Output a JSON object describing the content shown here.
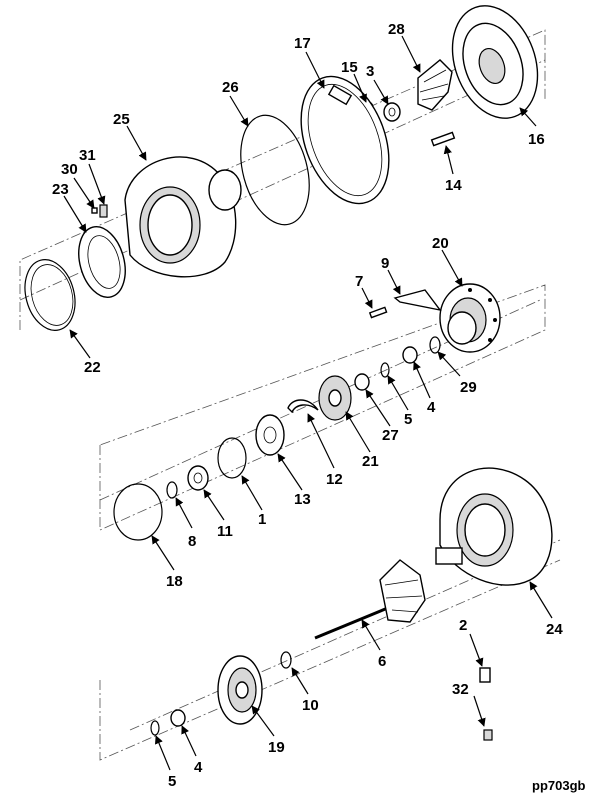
{
  "callouts": [
    "17",
    "28",
    "15",
    "3",
    "26",
    "25",
    "16",
    "31",
    "30",
    "14",
    "23",
    "20",
    "9",
    "7",
    "22",
    "29",
    "4",
    "5",
    "27",
    "21",
    "12",
    "13",
    "1",
    "11",
    "8",
    "18",
    "24",
    "2",
    "6",
    "10",
    "32",
    "19",
    "4",
    "5"
  ],
  "ref_code": "pp703gb"
}
